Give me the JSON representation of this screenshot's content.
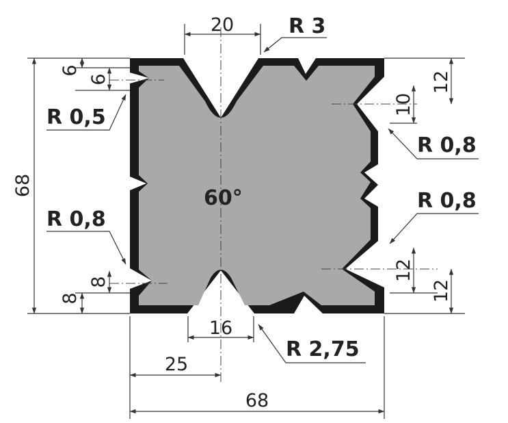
{
  "drawing": {
    "colors": {
      "outline": "#1a1a1a",
      "core": "#a9a9a9",
      "lines": "#333333"
    },
    "dimensions": {
      "top_opening": "20",
      "bottom_opening": "16",
      "half_width": "25",
      "overall_width": "68",
      "overall_height": "68",
      "left_top_offset": "6",
      "left_top_groove": "6",
      "left_bottom_offset": "8",
      "left_bottom_groove": "8",
      "right_top_offset": "12",
      "right_top_groove": "10",
      "right_bottom_groove": "12",
      "right_bottom_offset": "12"
    },
    "radii": {
      "top_v": "R 3",
      "left_small_groove": "R 0,5",
      "right_top_groove": "R 0,8",
      "right_lower_groove": "R 0,8",
      "left_lower_groove": "R 0,8",
      "bottom_v": "R 2,75"
    },
    "angle": "60°"
  }
}
